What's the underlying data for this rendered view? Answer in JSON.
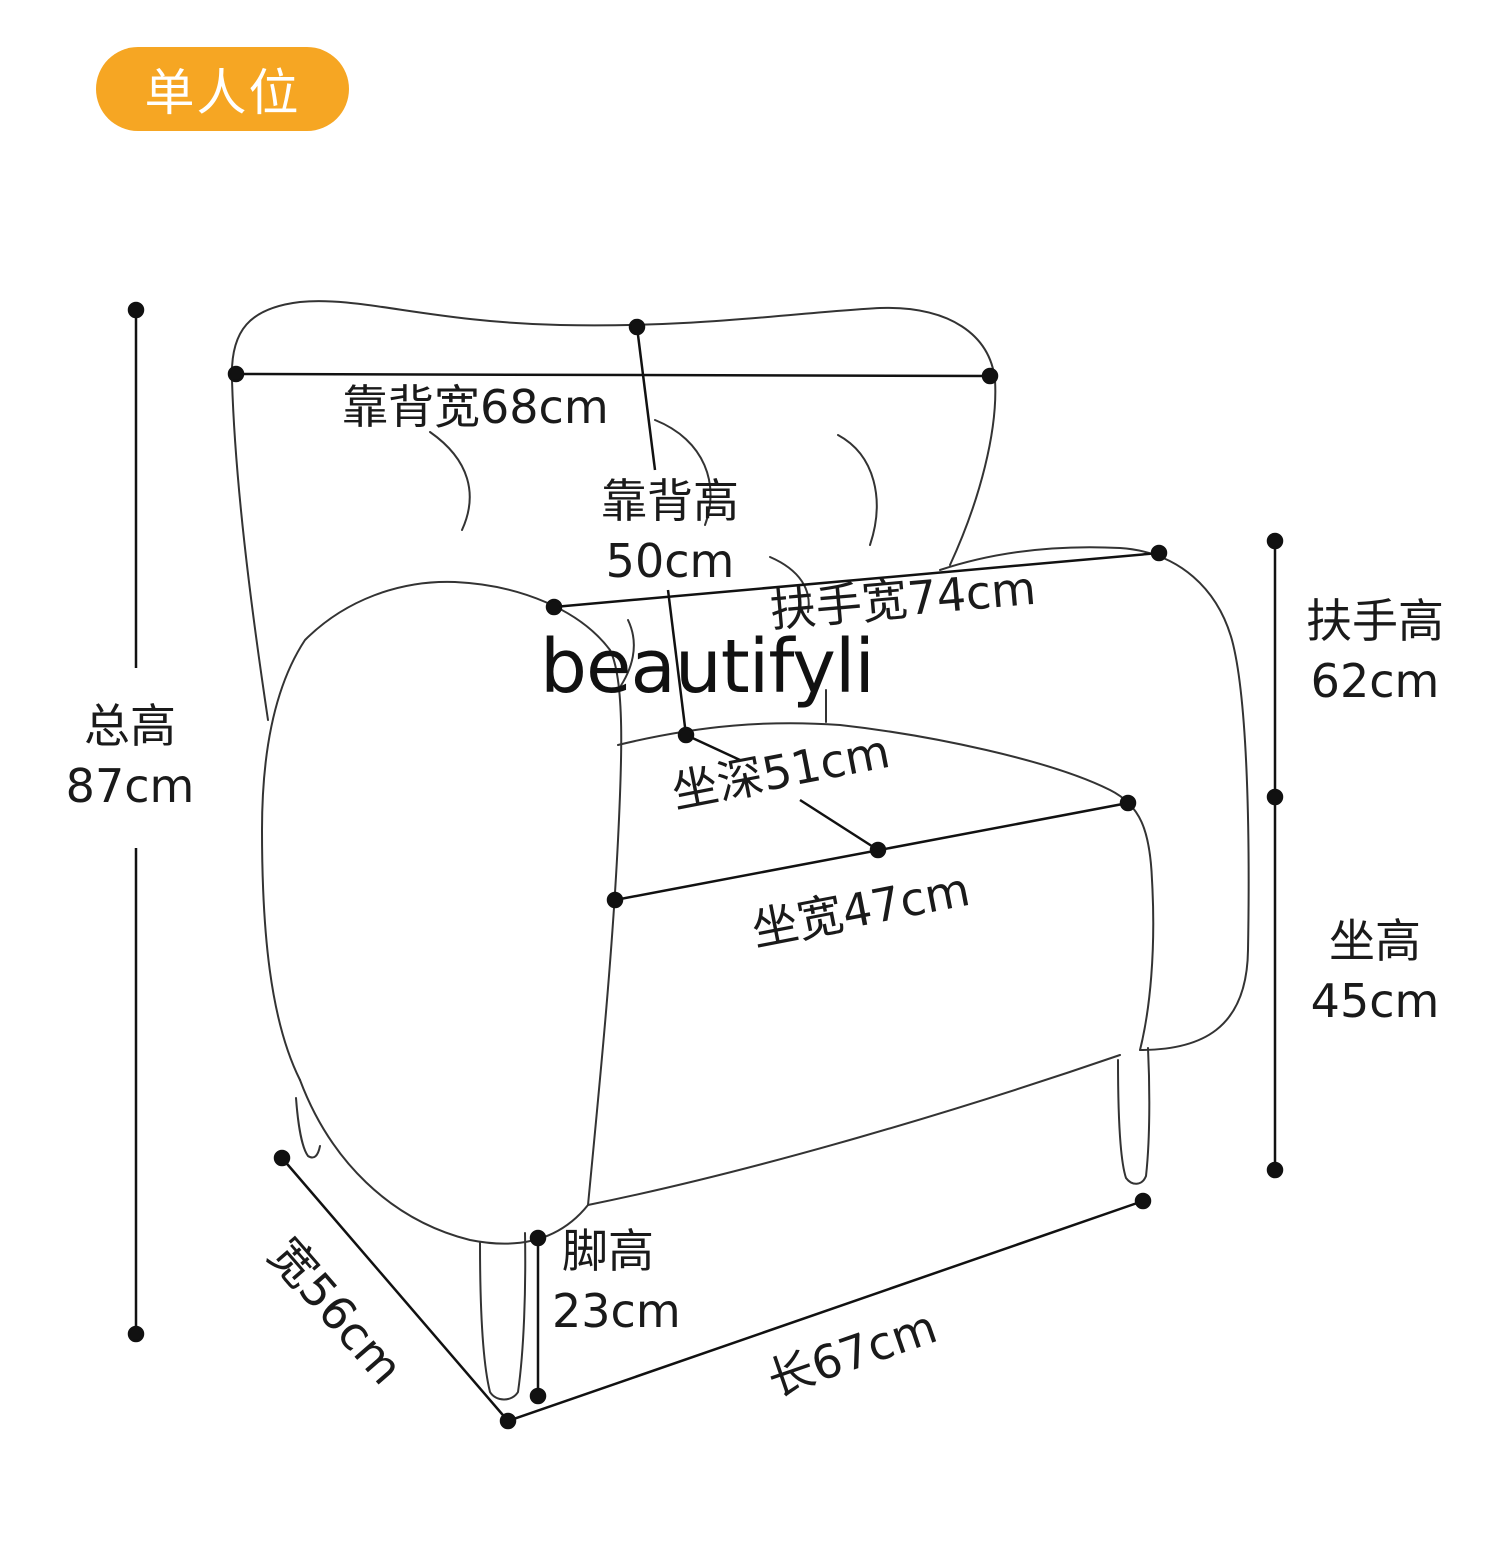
{
  "badge": {
    "label": "单人位",
    "color": "#F6A623"
  },
  "watermark": "beautifyli",
  "dimensions": {
    "backrest_width": "靠背宽68cm",
    "backrest_height_label": "靠背高",
    "backrest_height_value": "50cm",
    "armrest_width": "扶手宽74cm",
    "seat_depth": "坐深51cm",
    "seat_width": "坐宽47cm",
    "total_height_label": "总高",
    "total_height_value": "87cm",
    "armrest_height_label": "扶手高",
    "armrest_height_value": "62cm",
    "seat_height_label": "坐高",
    "seat_height_value": "45cm",
    "leg_height_label": "脚高",
    "leg_height_value": "23cm",
    "width": "宽56cm",
    "length": "长67cm"
  }
}
